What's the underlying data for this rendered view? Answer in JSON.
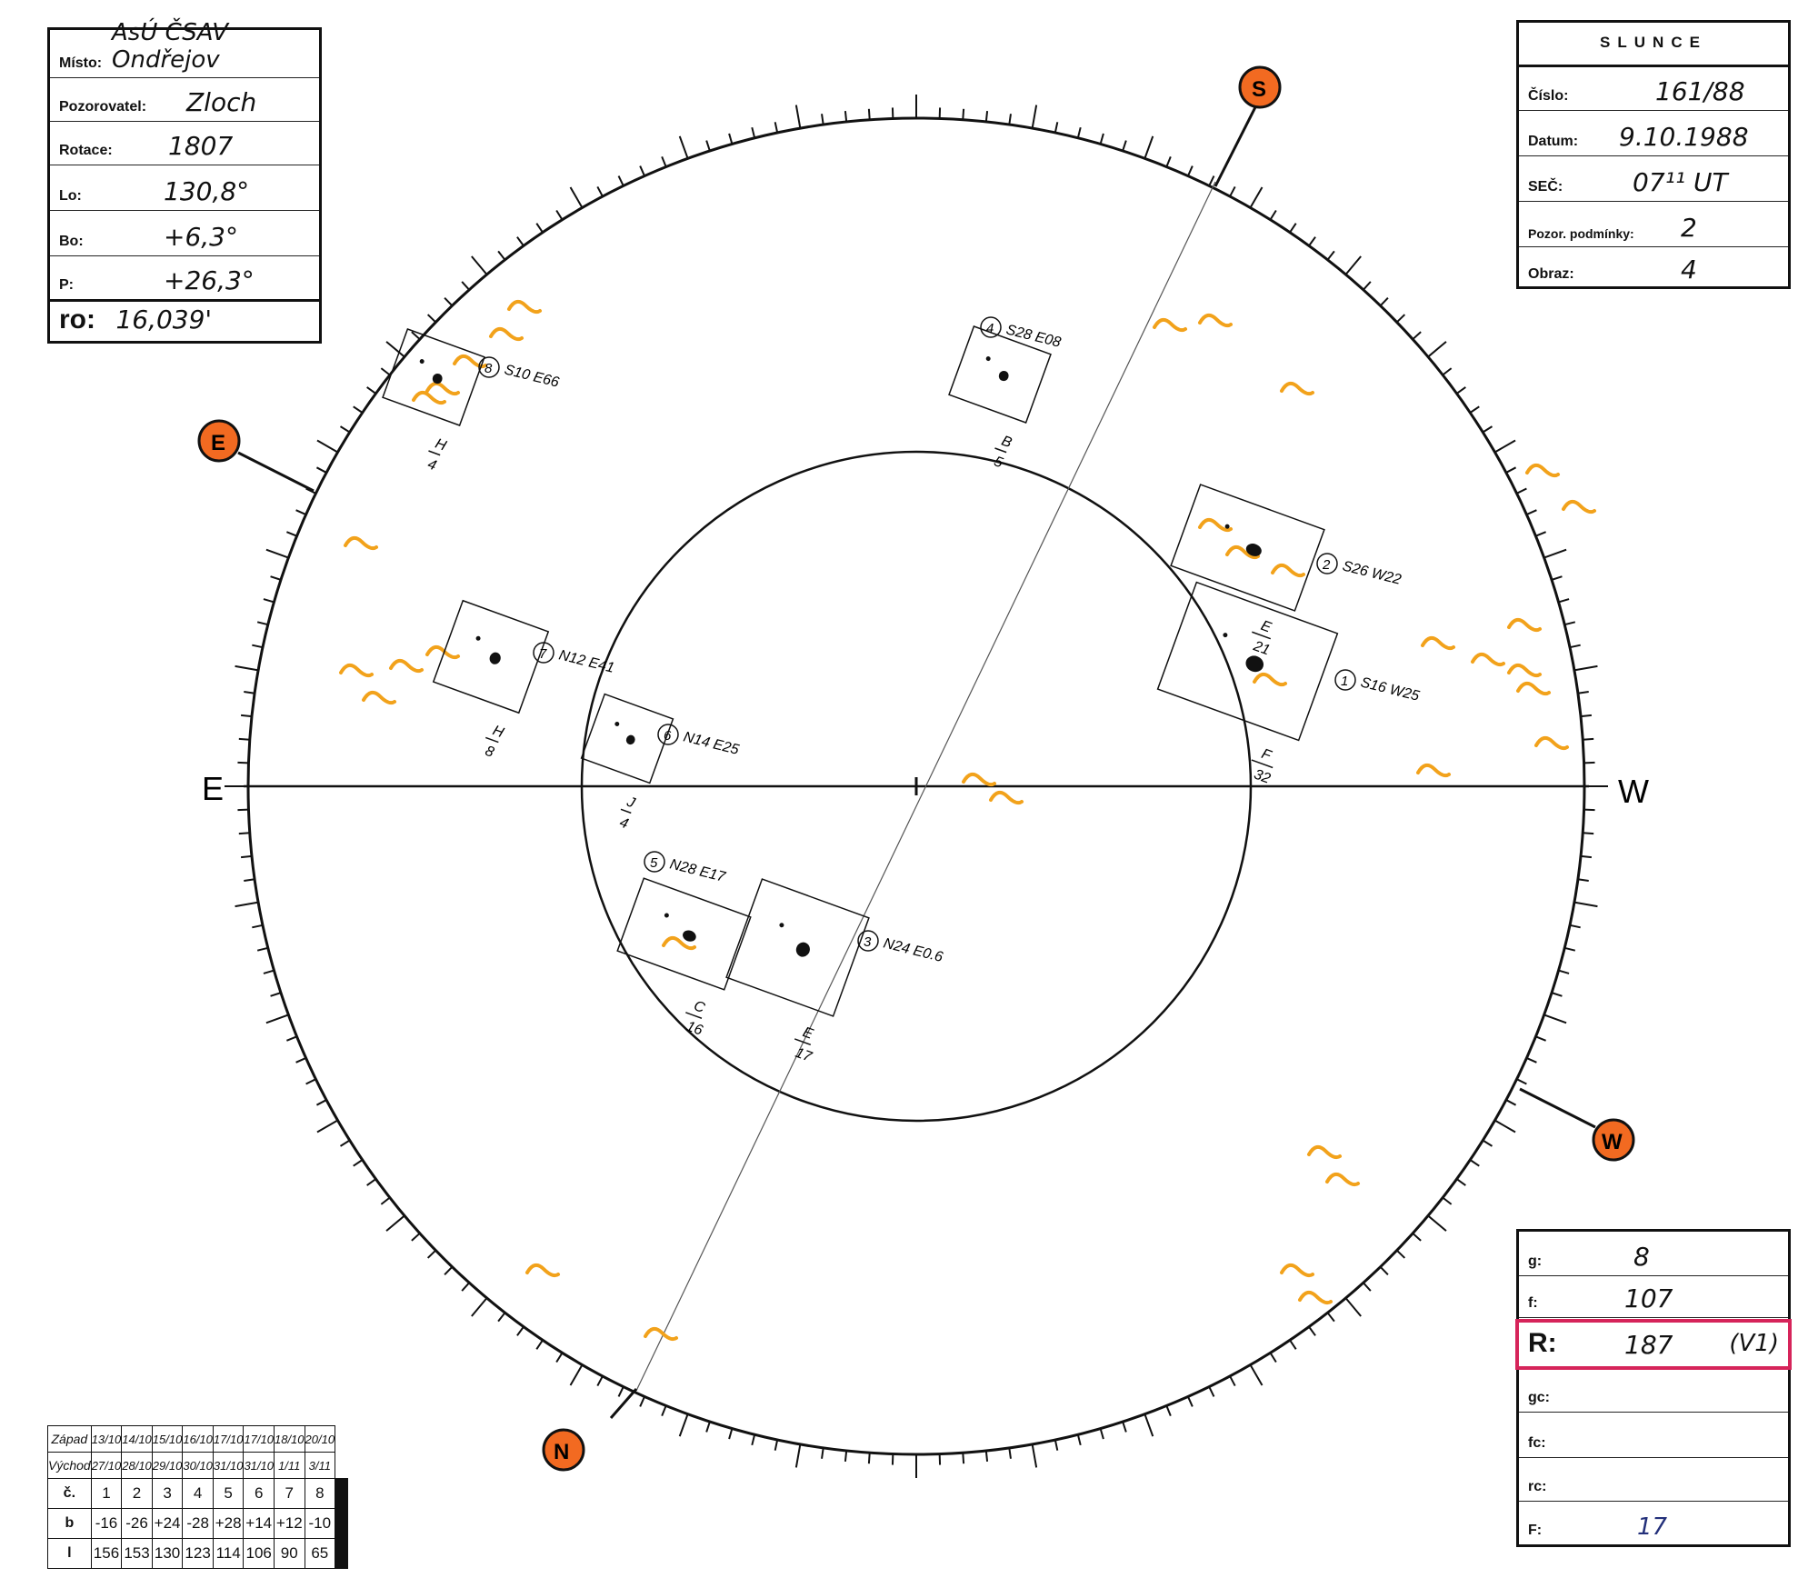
{
  "header_left": {
    "misto_label": "Místo:",
    "misto_value": "AsÚ ČSAV Ondřejov",
    "pozorovatel_label": "Pozorovatel:",
    "pozorovatel_value": "Zloch",
    "rotace_label": "Rotace:",
    "rotace_value": "1807",
    "l0_label": "Lo:",
    "l0_value": "130,8°",
    "b0_label": "Bo:",
    "b0_value": "+6,3°",
    "p_label": "P:",
    "p_value": "+26,3°",
    "r0_label": "ro:",
    "r0_value": "16,039'"
  },
  "header_right": {
    "title": "SLUNCE",
    "cislo_label": "Číslo:",
    "cislo_value": "161/88",
    "datum_label": "Datum:",
    "datum_value": "9.10.1988",
    "sec_label": "SEČ:",
    "sec_value": "07¹¹ UT",
    "pozor_label": "Pozor. podmínky:",
    "pozor_value": "2",
    "obraz_label": "Obraz:",
    "obraz_value": "4"
  },
  "directions": {
    "E": "E",
    "W": "W",
    "S_marker": "S",
    "N_marker": "N",
    "E_marker": "E",
    "W_marker": "W"
  },
  "groups": [
    {
      "num": "1",
      "coord": "S16 W25",
      "cls_letter": "F",
      "cls_count": "32"
    },
    {
      "num": "2",
      "coord": "S26 W22",
      "cls_letter": "E",
      "cls_count": "21"
    },
    {
      "num": "3",
      "coord": "N24 E0.6",
      "cls_letter": "E",
      "cls_count": "17"
    },
    {
      "num": "4",
      "coord": "S28 E08",
      "cls_letter": "B",
      "cls_count": "5"
    },
    {
      "num": "5",
      "coord": "N28 E17",
      "cls_letter": "C",
      "cls_count": "16"
    },
    {
      "num": "6",
      "coord": "N14 E25",
      "cls_letter": "J",
      "cls_count": "4"
    },
    {
      "num": "7",
      "coord": "N12 E41",
      "cls_letter": "H",
      "cls_count": "8"
    },
    {
      "num": "8",
      "coord": "S10 E66",
      "cls_letter": "H",
      "cls_count": "4"
    }
  ],
  "bottom_right": {
    "g_label": "g:",
    "g_value": "8",
    "f_label": "f:",
    "f_value": "107",
    "R_label": "R:",
    "R_value": "187",
    "R_note": "(V1)",
    "gc_label": "gc:",
    "fc_label": "fc:",
    "rc_label": "rc:",
    "F_label": "F:",
    "F_value": "17",
    "highlight_color": "#d6245a"
  },
  "bottom_table": {
    "zapad_label": "Západ",
    "vychod_label": "Východ",
    "zapad": [
      "13/10",
      "14/10",
      "15/10",
      "16/10",
      "17/10",
      "17/10",
      "18/10",
      "20/10"
    ],
    "vychod": [
      "27/10",
      "28/10",
      "29/10",
      "30/10",
      "31/10",
      "31/10",
      "1/11",
      "3/11"
    ],
    "c_label": "č.",
    "b_label": "b",
    "l_label": "l",
    "c": [
      "1",
      "2",
      "3",
      "4",
      "5",
      "6",
      "7",
      "8"
    ],
    "b": [
      "-16",
      "-26",
      "+24",
      "-28",
      "+28",
      "+14",
      "+12",
      "-10"
    ],
    "l": [
      "156",
      "153",
      "130",
      "123",
      "114",
      "106",
      "90",
      "65"
    ]
  },
  "colors": {
    "marker_fill": "#f26a21",
    "faculae": "#f2a21b",
    "ink": "#111111"
  }
}
